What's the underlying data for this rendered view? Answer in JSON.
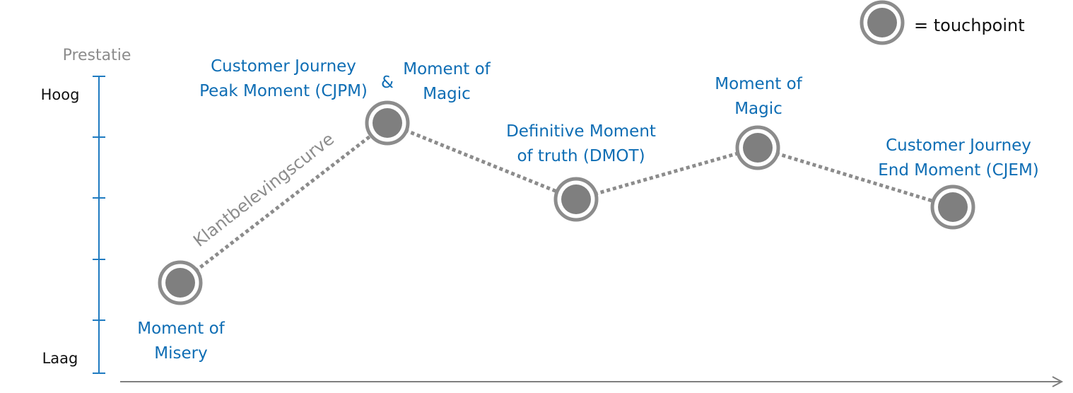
{
  "legend": {
    "label": "= touchpoint"
  },
  "y_axis": {
    "title": "Prestatie",
    "high_label": "Hoog",
    "low_label": "Laag"
  },
  "curve_label": "Klantbelevingscurve",
  "touchpoints": [
    {
      "id": "misery",
      "lines": [
        "Moment of",
        "Misery"
      ]
    },
    {
      "id": "cjpm",
      "lines": [
        "Customer Journey",
        "Peak Moment (CJPM)"
      ],
      "connector": "&",
      "extra_lines": [
        "Moment of",
        "Magic"
      ]
    },
    {
      "id": "dmot",
      "lines": [
        "Definitive Moment",
        "of truth (DMOT)"
      ]
    },
    {
      "id": "magic",
      "lines": [
        "Moment of",
        "Magic"
      ]
    },
    {
      "id": "cjem",
      "lines": [
        "Customer Journey",
        "End Moment (CJEM)"
      ]
    }
  ],
  "colors": {
    "label_blue": "#0e6db4",
    "axis_blue": "#1f7bc1",
    "node_fill": "#7f7f7f",
    "node_ring": "#8c8c8c",
    "curve_gray": "#8c8c8c",
    "axis_title_gray": "#8c8c8c",
    "x_axis_gray": "#7f7f7f",
    "text_black": "#111111"
  },
  "icons": {
    "node": "gray-circle-icon",
    "x_axis_end": "arrow-right-icon"
  }
}
